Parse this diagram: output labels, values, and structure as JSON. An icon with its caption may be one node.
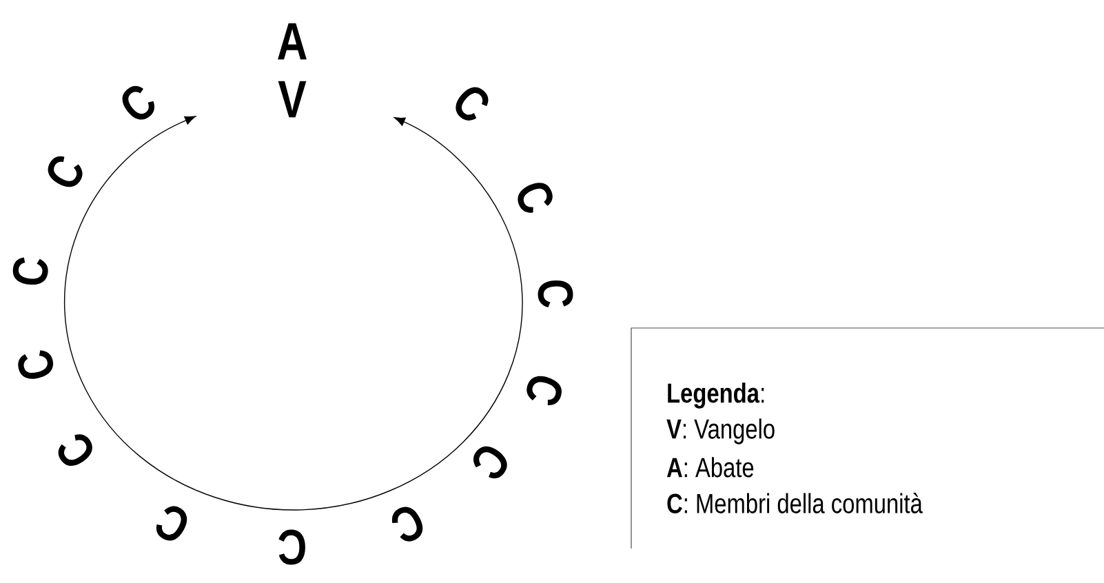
{
  "diagram": {
    "labels": [
      "A",
      "V",
      "C",
      "C",
      "C",
      "C",
      "C",
      "C",
      "C",
      "C",
      "C",
      "C",
      "C",
      "C",
      "C",
      "**Legenda**:"
    ],
    "legend": [
      {
        "text": "**V**: Vangelo"
      },
      {
        "text": "**A**: Abate"
      },
      {
        "text": "**C**: Membri della comunità"
      }
    ]
  }
}
